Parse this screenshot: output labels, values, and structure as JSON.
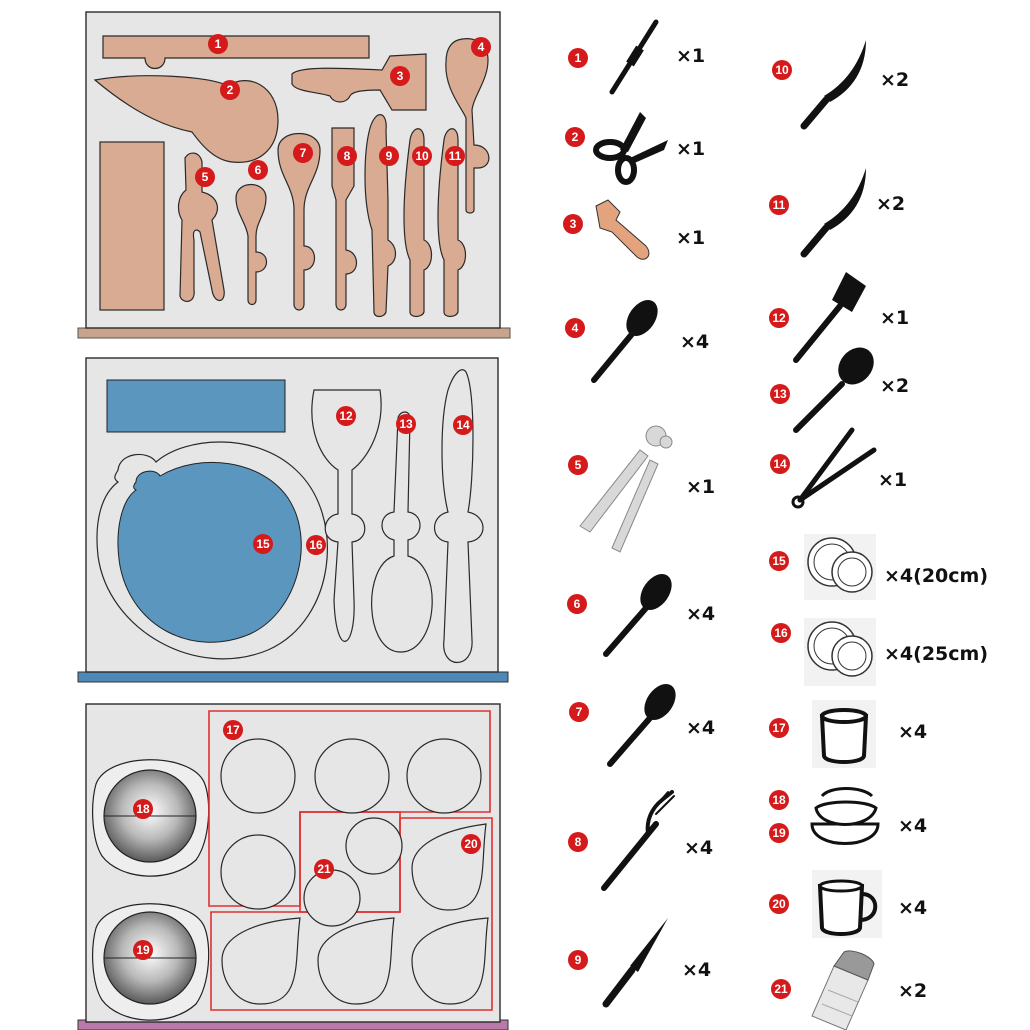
{
  "trays": [
    {
      "name": "top-tray",
      "accent": "#d9ab93",
      "base": "#c9a38a",
      "slots": [
        "1",
        "2",
        "3",
        "4",
        "5",
        "6",
        "7",
        "8",
        "9",
        "10",
        "11"
      ]
    },
    {
      "name": "middle-tray",
      "accent": "#5b96bf",
      "base": "#4e88b6",
      "slots": [
        "12",
        "13",
        "14",
        "15",
        "16"
      ]
    },
    {
      "name": "bottom-tray",
      "accent": "#e03030",
      "base": "#b87aa8",
      "slots": [
        "17",
        "18",
        "19",
        "20",
        "21"
      ]
    }
  ],
  "legend_left": [
    {
      "num": "1",
      "qty": "×1",
      "icon": "sharpening-rod-icon"
    },
    {
      "num": "2",
      "qty": "×1",
      "icon": "scissors-icon"
    },
    {
      "num": "3",
      "qty": "×1",
      "icon": "peeler-icon"
    },
    {
      "num": "4",
      "qty": "×4",
      "icon": "spoon-icon"
    },
    {
      "num": "5",
      "qty": "×1",
      "icon": "can-opener-icon"
    },
    {
      "num": "6",
      "qty": "×4",
      "icon": "spoon-icon"
    },
    {
      "num": "7",
      "qty": "×4",
      "icon": "spoon-icon"
    },
    {
      "num": "8",
      "qty": "×4",
      "icon": "fork-icon"
    },
    {
      "num": "9",
      "qty": "×4",
      "icon": "knife-icon"
    }
  ],
  "legend_right": [
    {
      "num": "10",
      "qty": "×2",
      "icon": "chef-knife-icon"
    },
    {
      "num": "11",
      "qty": "×2",
      "icon": "chef-knife-icon"
    },
    {
      "num": "12",
      "qty": "×1",
      "icon": "spatula-icon"
    },
    {
      "num": "13",
      "qty": "×2",
      "icon": "ladle-icon"
    },
    {
      "num": "14",
      "qty": "×1",
      "icon": "tongs-icon"
    },
    {
      "num": "15",
      "qty": "×4(20cm)",
      "icon": "plates-icon"
    },
    {
      "num": "16",
      "qty": "×4(25cm)",
      "icon": "plates-icon"
    },
    {
      "num": "17",
      "qty": "×4",
      "icon": "cup-icon"
    },
    {
      "num": "18",
      "num2": "19",
      "qty": "×4",
      "icon": "bowls-icon"
    },
    {
      "num": "20",
      "qty": "×4",
      "icon": "mug-icon"
    },
    {
      "num": "21",
      "qty": "×2",
      "icon": "salt-shaker-icon"
    }
  ]
}
